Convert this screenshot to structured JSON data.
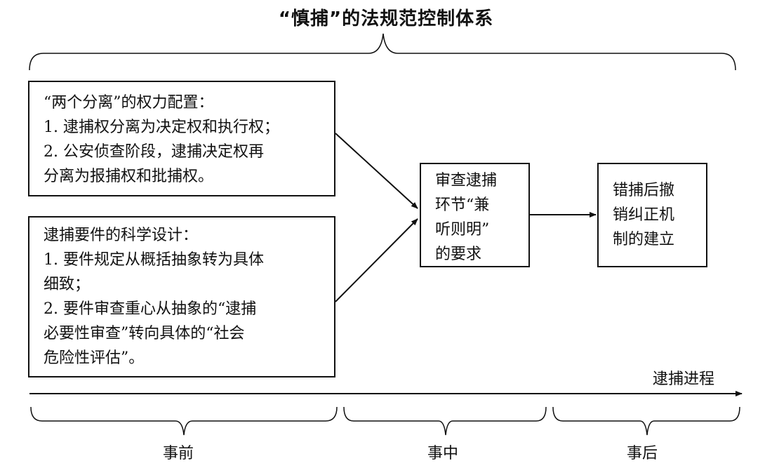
{
  "title": "“慎捕”的法规范控制体系",
  "box1": {
    "lines": [
      "“两个分离”的权力配置：",
      "1. 逮捕权分离为决定权和执行权；",
      "2. 公安侦查阶段，逮捕决定权再",
      "分离为报捕权和批捕权。"
    ]
  },
  "box2": {
    "lines": [
      "逮捕要件的科学设计：",
      "1. 要件规定从概括抽象转为具体",
      "细致；",
      "2. 要件审查重心从抽象的“逮捕",
      "必要性审查”转向具体的“社会",
      "危险性评估”。"
    ]
  },
  "box3": {
    "lines": [
      "审查逮捕",
      "环节“兼",
      "听则明”",
      "的要求"
    ]
  },
  "box4": {
    "lines": [
      "错捕后撤",
      "销纠正机",
      "制的建立"
    ]
  },
  "axis_label": "逮捕进程",
  "phases": {
    "before": "事前",
    "during": "事中",
    "after": "事后"
  }
}
